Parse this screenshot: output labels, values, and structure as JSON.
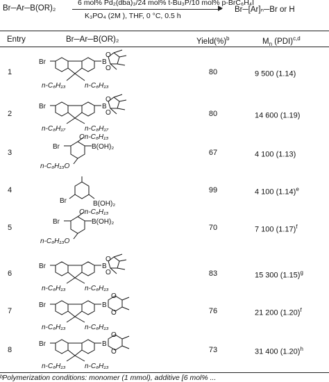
{
  "reaction": {
    "reactant": "Br─Ar─B(OR)₂",
    "conditions_top": "6 mol% Pd₂(dba)₃/24 mol% t-Bu₃P/10 mol% p-BrC₆H₄I",
    "conditions_bottom": "K₃PO₄ (2M ), THF, 0 °C, 0.5 h",
    "product": "Br─[Ar]ₙ─Br or H"
  },
  "table": {
    "headers": {
      "entry": "Entry",
      "monomer": "Br─Ar─B(OR)₂",
      "yield": "Yield(%)",
      "yield_note": "b",
      "mn": "M",
      "mn_sub": "n",
      "mn_rest": " (PDI)",
      "mn_note": "c,d"
    },
    "rows": [
      {
        "entry": "1",
        "yield": "80",
        "mn": "9 500 (1.14)",
        "note": ""
      },
      {
        "entry": "2",
        "yield": "80",
        "mn": "14 600 (1.19)",
        "note": ""
      },
      {
        "entry": "3",
        "yield": "67",
        "mn": "4 100 (1.13)",
        "note": ""
      },
      {
        "entry": "4",
        "yield": "99",
        "mn": "4 100 (1.14)",
        "note": "e"
      },
      {
        "entry": "5",
        "yield": "70",
        "mn": "7 100 (1.17)",
        "note": "f"
      },
      {
        "entry": "6",
        "yield": "83",
        "mn": "15 300 (1.15)",
        "note": "g"
      },
      {
        "entry": "7",
        "yield": "76",
        "mn": "21 200 (1.20)",
        "note": "f"
      },
      {
        "entry": "8",
        "yield": "73",
        "mn": "31 400 (1.20)",
        "note": "h"
      }
    ],
    "labels": {
      "br": "Br",
      "boh2": "B(OH)₂",
      "b": "B",
      "o": "O",
      "hexyl": "n-C₆H₁₃",
      "octyl": "n-C₈H₁₇",
      "on_hexyl": "On-C₆H₁₃",
      "hexyl_o": "n-C₆H₁₃O"
    }
  },
  "caption": "ᵇPolymerization conditions: monomer (1 mmol), additive [6 mol% ..."
}
